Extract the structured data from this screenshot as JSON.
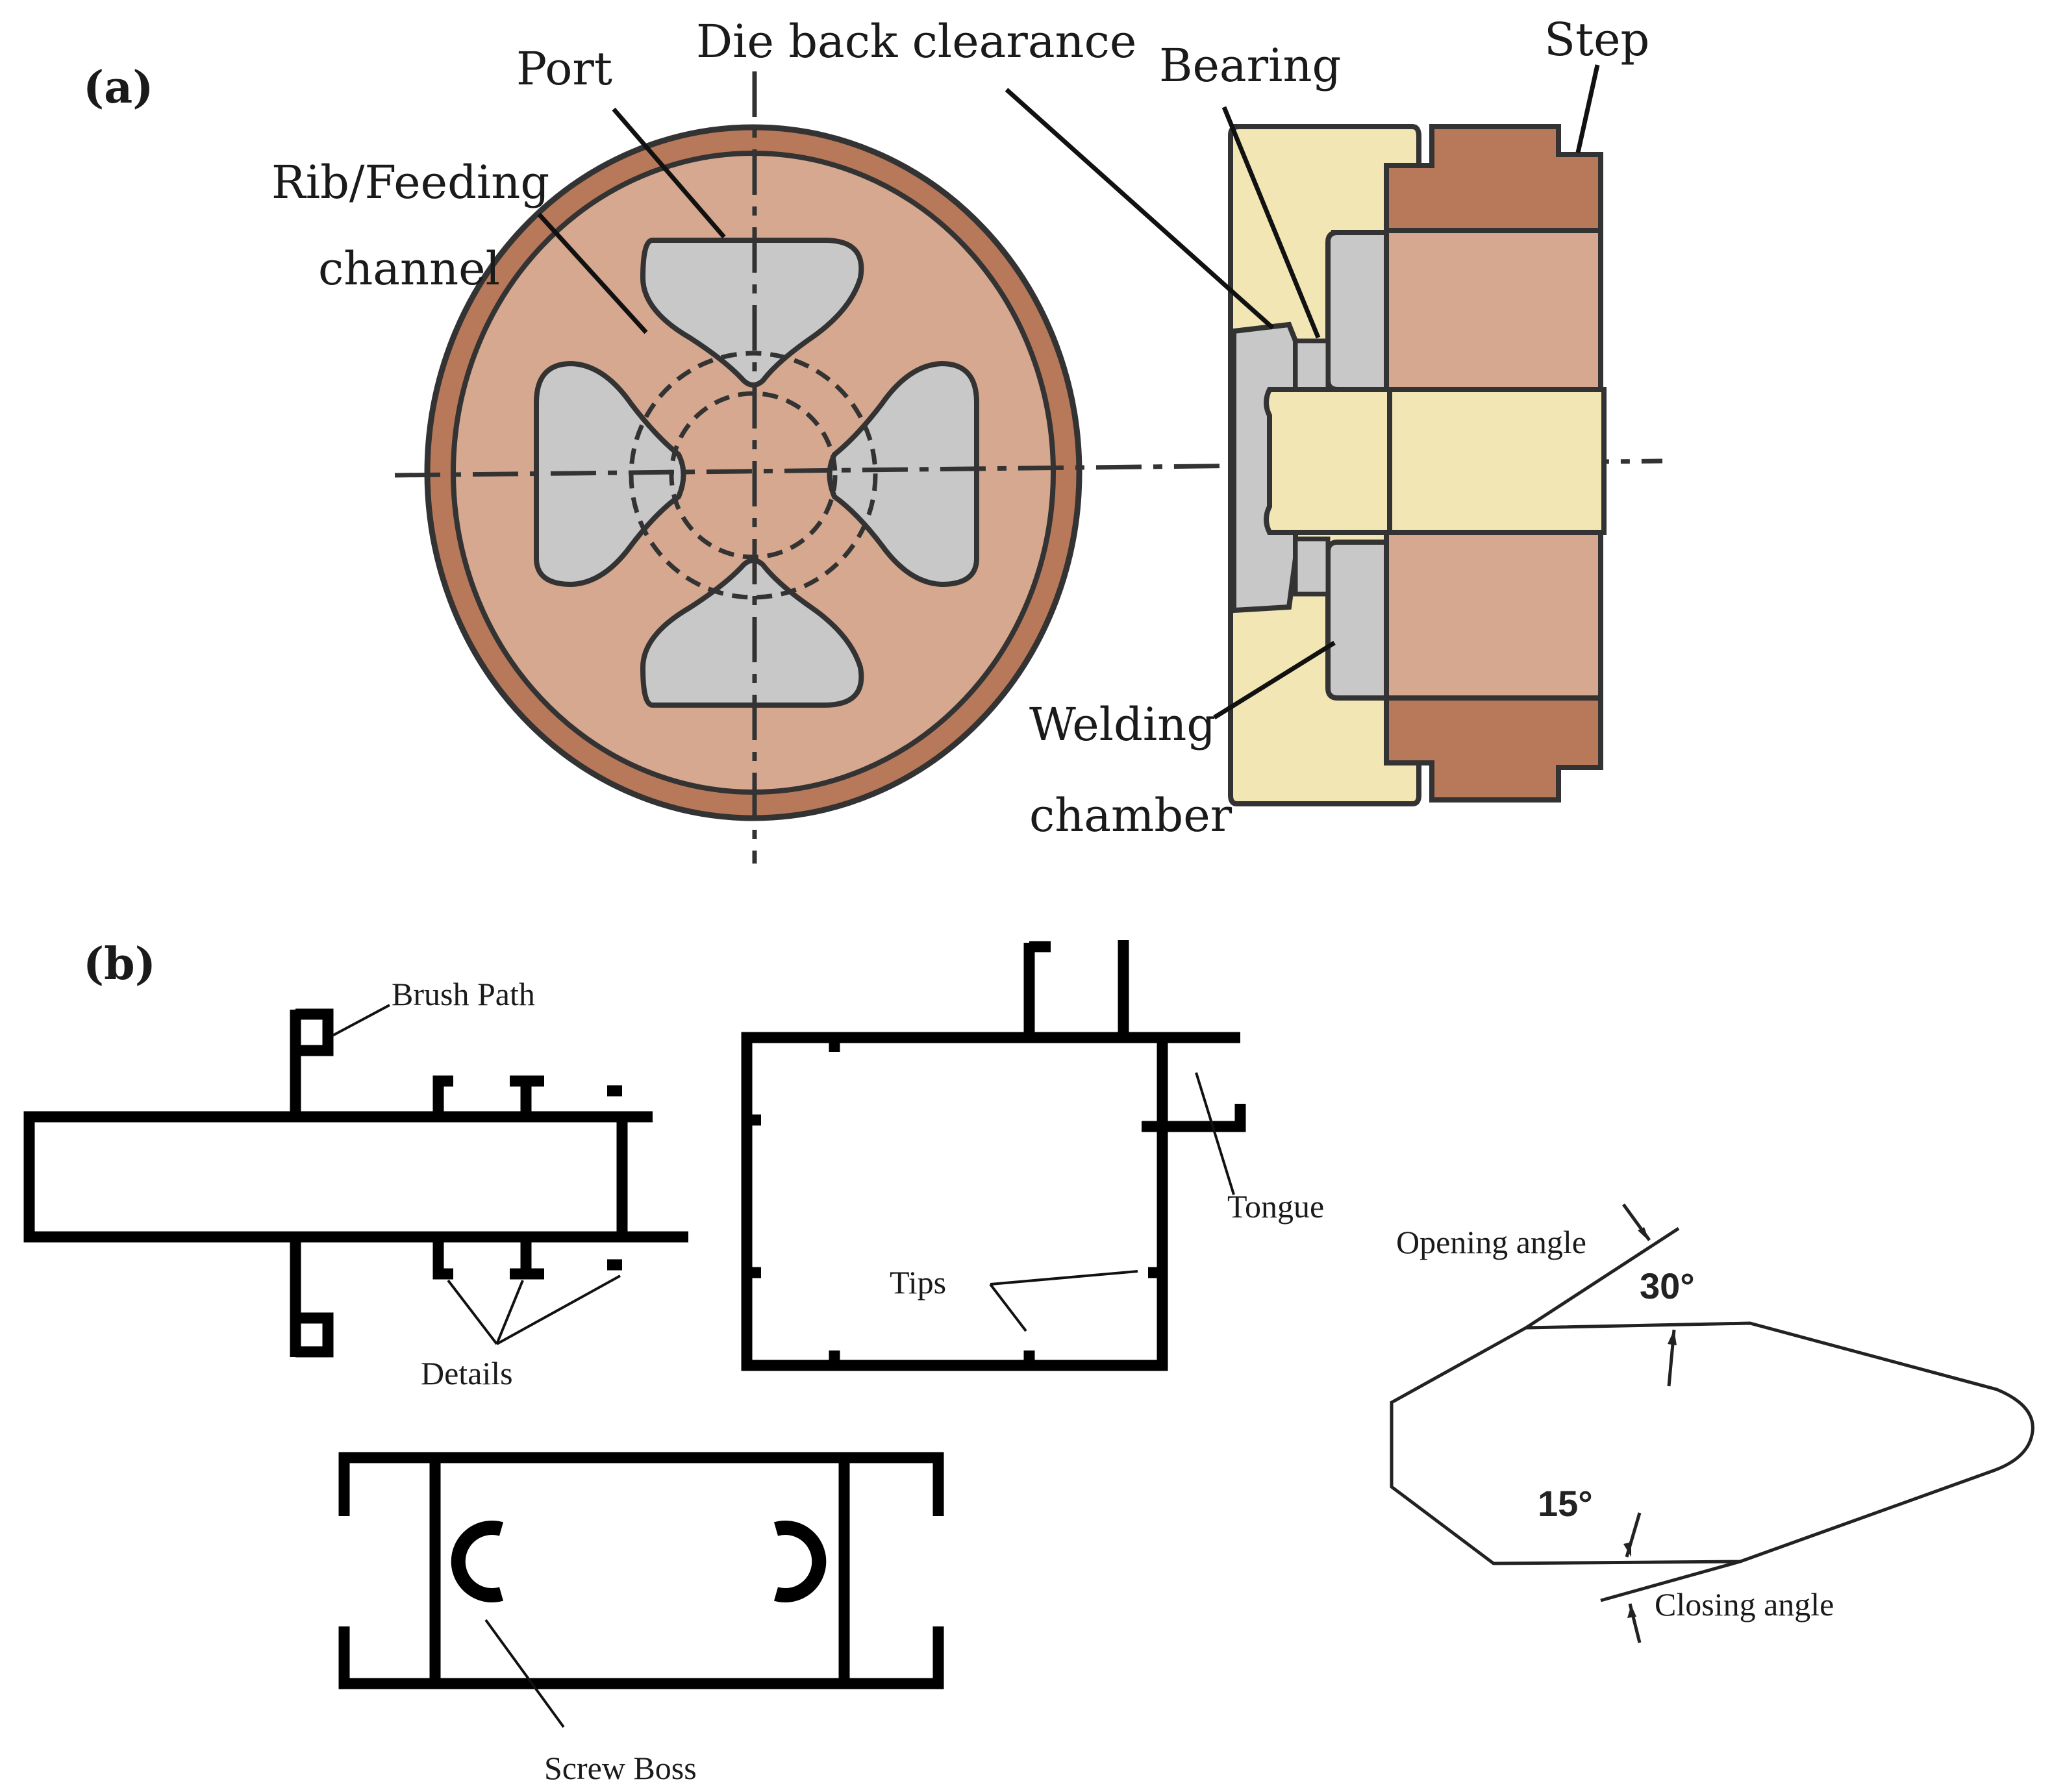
{
  "panel_a": {
    "label": "(a)",
    "labels": {
      "port": "Port",
      "die_back_clearance": "Die back clearance",
      "bearing": "Bearing",
      "step": "Step",
      "rib_line1": "Rib/Feeding",
      "rib_line2": "channel",
      "welding_line1": "Welding",
      "welding_line2": "chamber"
    },
    "colors": {
      "rim": "#b8785a",
      "face": "#d5a88f",
      "port": "#c8c8c8",
      "mandrel": "#f1e6b4",
      "outline": "#333333"
    }
  },
  "panel_b": {
    "label": "(b)",
    "labels": {
      "brush_path": "Brush Path",
      "details": "Details",
      "tips": "Tips",
      "tongue": "Tongue",
      "screw_boss": "Screw Boss",
      "opening_angle": "Opening angle",
      "closing_angle": "Closing angle",
      "angle_30": "30°",
      "angle_15": "15°"
    }
  }
}
